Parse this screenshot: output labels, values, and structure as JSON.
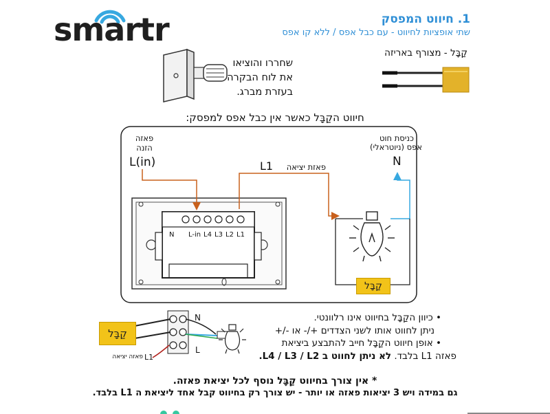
{
  "logo": {
    "text": "smartr"
  },
  "header": {
    "title": "1. חיווט המפסק",
    "subtitle": "שתי אופציות לחיווט - עם כבל אפס / ללא קו אפס"
  },
  "capacitor": {
    "label": "קַבָּל - מצורף באריזה"
  },
  "removal": {
    "text": "שחררו והוציאו את לוח הבקרה בעזרת מברג."
  },
  "wiring": {
    "title": "חיווט הקַבָּל כאשר אין כבל אפס למפסק:",
    "phase_in_label": "פאזה הזנה",
    "phase_in_symbol": "L(in)",
    "neutral_label_line1": "כניסת חוט",
    "neutral_label_line2": "אפס (ניוטראלי)",
    "neutral_symbol": "N",
    "l1_symbol": "L1",
    "output_label": "פאזת יציאה",
    "terminals": [
      "N",
      "L-in",
      "L4",
      "L3",
      "L2",
      "L1"
    ],
    "capacitor_label": "קַבָּל"
  },
  "detail": {
    "capacitor_label": "קַבָּל",
    "terminal_n": "N",
    "terminal_l": "L",
    "l1_label": "L1",
    "output_label": "פאזה יציאה"
  },
  "notes": {
    "line1": "• כיוון הקַבָּל בחיווט אינו רלוונטי.",
    "line2": "ניתן לחווט אותו לשני הצדדים +/- או -/+",
    "line3": "• אופן חיווט הקַבָּל חייב להתבצע ביציאת",
    "line4_plain": "פאזה L1 בלבד.",
    "line4_bold": "לא ניתן לחווט ב L4 / L3 / L2."
  },
  "footnotes": {
    "line1": "* אין צורך בחיווט קַבָּל נוסף לכל יציאת פאזה.",
    "line2": "גם במידה ויש 3 יציאות פאזה או יותר - יש צורך רק בחיווט קבל אחד ליציאת ה L1 בלבד."
  },
  "colors": {
    "accent": "#2f8fd6",
    "phase_wire": "#c8601c",
    "neutral_wire": "#37a8e0",
    "capacitor": "#f2c319"
  }
}
